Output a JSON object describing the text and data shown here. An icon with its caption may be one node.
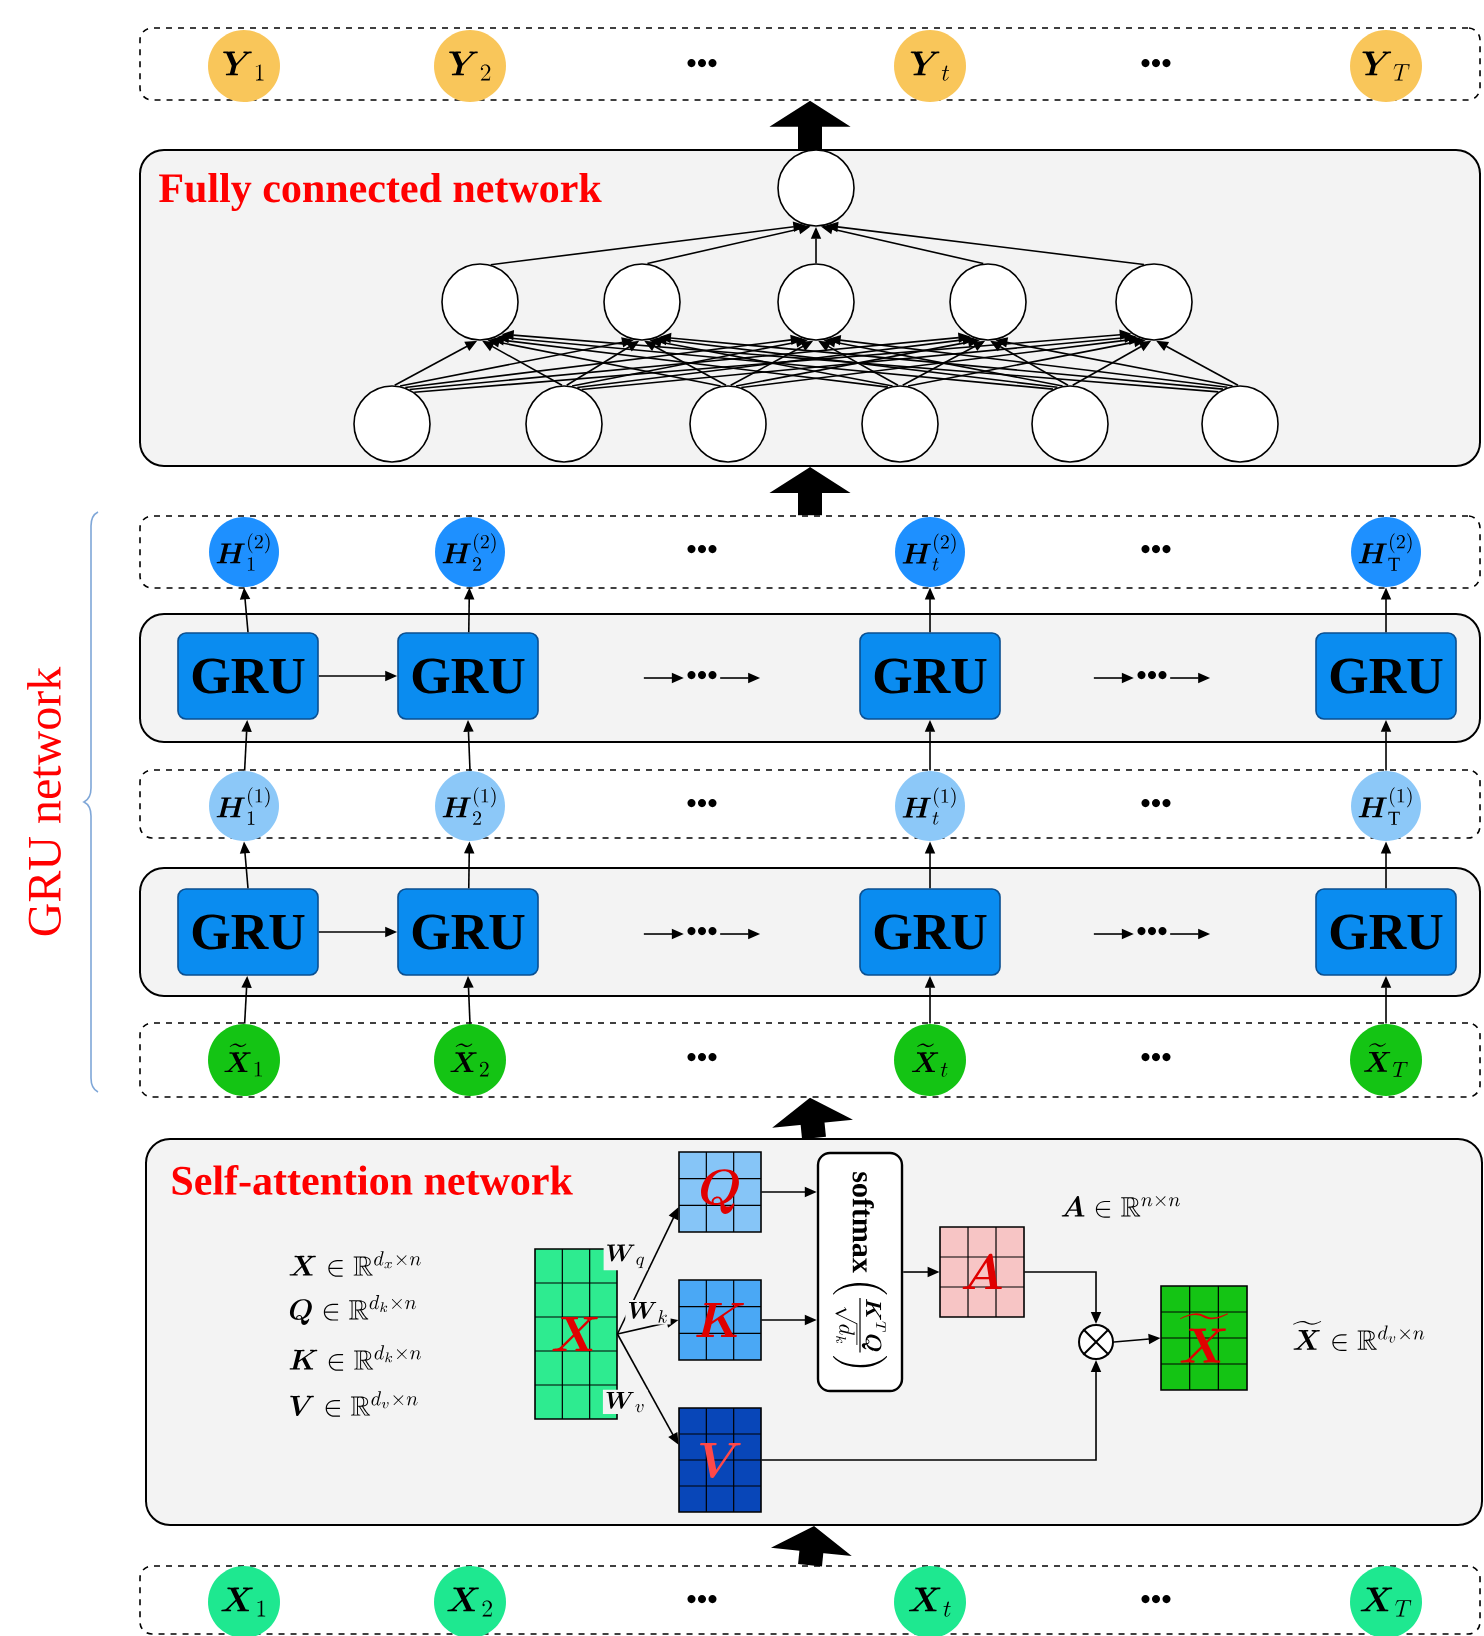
{
  "diagram": {
    "nodes": [
      {
        "text": [],
        "shape": "box"
      },
      {
        "text": [
          "\\boldsymbol{Y}_1"
        ],
        "in": 0
      },
      {
        "text": [
          "\\boldsymbol{Y}_2"
        ],
        "in": 0
      },
      {
        "text": [
          "\\boldsymbol{Y}_t"
        ],
        "in": 0
      },
      {
        "text": [
          "\\boldsymbol{Y}_T"
        ],
        "in": 0
      },
      {
        "text": [
          "Fully connected network"
        ]
      },
      {
        "text": [],
        "shape": "circle",
        "in": 5
      },
      {
        "text": [],
        "shape": "circle",
        "in": 5
      },
      {
        "text": [],
        "shape": "circle",
        "in": 5
      },
      {
        "text": [],
        "shape": "circle",
        "in": 5
      },
      {
        "text": [],
        "shape": "circle",
        "in": 5
      },
      {
        "text": [],
        "shape": "circle",
        "in": 5
      },
      {
        "text": [],
        "shape": "circle",
        "in": 5
      },
      {
        "text": [],
        "shape": "circle",
        "in": 5
      },
      {
        "text": [],
        "shape": "circle",
        "in": 5
      },
      {
        "text": [],
        "shape": "circle",
        "in": 5
      },
      {
        "text": [],
        "shape": "circle",
        "in": 5
      },
      {
        "text": [],
        "shape": "circle",
        "in": 5
      },
      {
        "text": [],
        "shape": "box"
      },
      {
        "text": [
          "\\boldsymbol{H}_1^{(2)}"
        ],
        "in": 18
      },
      {
        "text": [
          "\\boldsymbol{H}_2^{(2)}"
        ],
        "in": 18
      },
      {
        "text": [
          "\\boldsymbol{H}_t^{(2)}"
        ],
        "in": 18
      },
      {
        "text": [
          "\\boldsymbol{H}_{\\mathrm{T}}^{(2)}"
        ],
        "in": 18
      },
      {
        "text": [],
        "shape": "box"
      },
      {
        "text": [
          "GRU"
        ],
        "in": 23
      },
      {
        "text": [
          "GRU"
        ],
        "in": 23
      },
      {
        "text": [
          "•••"
        ],
        "in": 23
      },
      {
        "text": [
          "GRU"
        ],
        "in": 23
      },
      {
        "text": [
          "•••"
        ],
        "in": 23
      },
      {
        "text": [
          "GRU"
        ],
        "in": 23
      },
      {
        "text": [],
        "shape": "box"
      },
      {
        "text": [
          "\\boldsymbol{H}_1^{(1)}"
        ],
        "in": 30
      },
      {
        "text": [
          "\\boldsymbol{H}_2^{(1)}"
        ],
        "in": 30
      },
      {
        "text": [
          "\\boldsymbol{H}_t^{(1)}"
        ],
        "in": 30
      },
      {
        "text": [
          "\\boldsymbol{H}_{\\mathrm{T}}^{(1)}"
        ],
        "in": 30
      },
      {
        "text": [],
        "shape": "box"
      },
      {
        "text": [
          "GRU"
        ],
        "in": 35
      },
      {
        "text": [
          "GRU"
        ],
        "in": 35
      },
      {
        "text": [
          "•••"
        ],
        "in": 35
      },
      {
        "text": [
          "GRU"
        ],
        "in": 35
      },
      {
        "text": [
          "•••"
        ],
        "in": 35
      },
      {
        "text": [
          "GRU"
        ],
        "in": 35
      },
      {
        "text": [],
        "shape": "box"
      },
      {
        "text": [
          "\\widetilde{\\boldsymbol{X}}_1"
        ],
        "in": 42
      },
      {
        "text": [
          "\\widetilde{\\boldsymbol{X}}_2"
        ],
        "in": 42
      },
      {
        "text": [
          "\\widetilde{\\boldsymbol{X}}_t"
        ],
        "in": 42
      },
      {
        "text": [
          "\\widetilde{\\boldsymbol{X}}_T"
        ],
        "in": 42
      },
      {
        "text": [
          "Self-attention network"
        ]
      },
      {
        "text": [
          "\\boldsymbol{X}"
        ],
        "in": 47
      },
      {
        "text": [
          "\\boldsymbol{Q}"
        ],
        "in": 47
      },
      {
        "text": [
          "\\boldsymbol{K}"
        ],
        "in": 47
      },
      {
        "text": [
          "\\boldsymbol{V}"
        ],
        "in": 47
      },
      {
        "text": [
          "\\mathbf{softmax}\\left(\\frac{\\boldsymbol{K}^{T}\\boldsymbol{Q}}{\\sqrt{d_k}}\\right)"
        ],
        "in": 47
      },
      {
        "text": [
          "\\boldsymbol{A}"
        ],
        "in": 47
      },
      {
        "text": [],
        "shape": "circle",
        "in": 47
      },
      {
        "text": [
          "\\widetilde{\\boldsymbol{X}}"
        ],
        "in": 47
      },
      {
        "text": [],
        "shape": "box"
      },
      {
        "text": [
          "\\boldsymbol{X}_1"
        ],
        "in": 56
      },
      {
        "text": [
          "\\boldsymbol{X}_2"
        ],
        "in": 56
      },
      {
        "text": [
          "\\boldsymbol{X}_t"
        ],
        "in": 56
      },
      {
        "text": [
          "\\boldsymbol{X}_T"
        ],
        "in": 56
      }
    ],
    "edges": [
      {
        "from": 56,
        "to": 47,
        "arrow": "to",
        "style": "thick"
      },
      {
        "from": 47,
        "to": 42,
        "arrow": "to",
        "style": "thick"
      },
      {
        "from": 18,
        "to": 5,
        "arrow": "to",
        "style": "thick"
      },
      {
        "from": 5,
        "to": 0,
        "arrow": "to",
        "style": "thick"
      },
      {
        "from": 12,
        "to": 7,
        "arrow": "to"
      },
      {
        "from": 12,
        "to": 8,
        "arrow": "to"
      },
      {
        "from": 12,
        "to": 9,
        "arrow": "to"
      },
      {
        "from": 12,
        "to": 10,
        "arrow": "to"
      },
      {
        "from": 12,
        "to": 11,
        "arrow": "to"
      },
      {
        "from": 13,
        "to": 7,
        "arrow": "to"
      },
      {
        "from": 13,
        "to": 8,
        "arrow": "to"
      },
      {
        "from": 13,
        "to": 9,
        "arrow": "to"
      },
      {
        "from": 13,
        "to": 10,
        "arrow": "to"
      },
      {
        "from": 13,
        "to": 11,
        "arrow": "to"
      },
      {
        "from": 14,
        "to": 7,
        "arrow": "to"
      },
      {
        "from": 14,
        "to": 8,
        "arrow": "to"
      },
      {
        "from": 14,
        "to": 9,
        "arrow": "to"
      },
      {
        "from": 14,
        "to": 10,
        "arrow": "to"
      },
      {
        "from": 14,
        "to": 11,
        "arrow": "to"
      },
      {
        "from": 15,
        "to": 7,
        "arrow": "to"
      },
      {
        "from": 15,
        "to": 8,
        "arrow": "to"
      },
      {
        "from": 15,
        "to": 9,
        "arrow": "to"
      },
      {
        "from": 15,
        "to": 10,
        "arrow": "to"
      },
      {
        "from": 15,
        "to": 11,
        "arrow": "to"
      },
      {
        "from": 16,
        "to": 7,
        "arrow": "to"
      },
      {
        "from": 16,
        "to": 8,
        "arrow": "to"
      },
      {
        "from": 16,
        "to": 9,
        "arrow": "to"
      },
      {
        "from": 16,
        "to": 10,
        "arrow": "to"
      },
      {
        "from": 16,
        "to": 11,
        "arrow": "to"
      },
      {
        "from": 17,
        "to": 7,
        "arrow": "to"
      },
      {
        "from": 17,
        "to": 8,
        "arrow": "to"
      },
      {
        "from": 17,
        "to": 9,
        "arrow": "to"
      },
      {
        "from": 17,
        "to": 10,
        "arrow": "to"
      },
      {
        "from": 17,
        "to": 11,
        "arrow": "to"
      },
      {
        "from": 7,
        "to": 6,
        "arrow": "to"
      },
      {
        "from": 8,
        "to": 6,
        "arrow": "to"
      },
      {
        "from": 9,
        "to": 6,
        "arrow": "to"
      },
      {
        "from": 10,
        "to": 6,
        "arrow": "to"
      },
      {
        "from": 11,
        "to": 6,
        "arrow": "to"
      },
      {
        "from": 43,
        "to": 36,
        "arrow": "to"
      },
      {
        "from": 36,
        "to": 31,
        "arrow": "to"
      },
      {
        "from": 31,
        "to": 24,
        "arrow": "to"
      },
      {
        "from": 24,
        "to": 19,
        "arrow": "to"
      },
      {
        "from": 44,
        "to": 37,
        "arrow": "to"
      },
      {
        "from": 37,
        "to": 32,
        "arrow": "to"
      },
      {
        "from": 32,
        "to": 25,
        "arrow": "to"
      },
      {
        "from": 25,
        "to": 20,
        "arrow": "to"
      },
      {
        "from": 45,
        "to": 39,
        "arrow": "to"
      },
      {
        "from": 39,
        "to": 33,
        "arrow": "to"
      },
      {
        "from": 33,
        "to": 27,
        "arrow": "to"
      },
      {
        "from": 27,
        "to": 21,
        "arrow": "to"
      },
      {
        "from": 46,
        "to": 41,
        "arrow": "to"
      },
      {
        "from": 41,
        "to": 34,
        "arrow": "to"
      },
      {
        "from": 34,
        "to": 29,
        "arrow": "to"
      },
      {
        "from": 29,
        "to": 22,
        "arrow": "to"
      },
      {
        "from": 24,
        "to": 25,
        "arrow": "to"
      },
      {
        "from": null,
        "to": 26,
        "arrow": "to"
      },
      {
        "from": 26,
        "to": null,
        "arrow": "to"
      },
      {
        "from": null,
        "to": 28,
        "arrow": "to"
      },
      {
        "from": 28,
        "to": null,
        "arrow": "to"
      },
      {
        "from": 36,
        "to": 37,
        "arrow": "to"
      },
      {
        "from": null,
        "to": 38,
        "arrow": "to"
      },
      {
        "from": 38,
        "to": null,
        "arrow": "to"
      },
      {
        "from": null,
        "to": 40,
        "arrow": "to"
      },
      {
        "from": 40,
        "to": null,
        "arrow": "to"
      },
      {
        "from": 48,
        "to": 49,
        "arrow": "to",
        "label": "\\boldsymbol{W}_q"
      },
      {
        "from": 48,
        "to": 50,
        "arrow": "to",
        "label": "\\boldsymbol{W}_k"
      },
      {
        "from": 48,
        "to": 51,
        "arrow": "to",
        "label": "\\boldsymbol{W}_v"
      },
      {
        "from": 49,
        "to": 52,
        "arrow": "to"
      },
      {
        "from": 50,
        "to": 52,
        "arrow": "to"
      },
      {
        "from": 52,
        "to": 53,
        "arrow": "to"
      },
      {
        "from": 53,
        "to": 54,
        "arrow": "to"
      },
      {
        "from": 51,
        "to": 54,
        "arrow": "to"
      },
      {
        "from": 54,
        "to": 55,
        "arrow": "to"
      }
    ],
    "labels": [
      "•••",
      "•••",
      "•••",
      "•••",
      "GRU network",
      "•••",
      "•••",
      "•••",
      "•••",
      "\\boldsymbol{A}\\in\\mathbb{R}^{n\\times n}",
      "\\boldsymbol{X}\\in\\mathbb{R}^{d_x\\times n}",
      "\\boldsymbol{Q}\\in\\mathbb{R}^{d_k\\times n}",
      "\\boldsymbol{K}\\in\\mathbb{R}^{d_k\\times n}",
      "\\boldsymbol{V}\\in\\mathbb{R}^{d_v\\times n}",
      "\\widetilde{\\boldsymbol{X}}\\in\\mathbb{R}^{d_v\\times n}",
      "•••",
      "•••"
    ]
  }
}
